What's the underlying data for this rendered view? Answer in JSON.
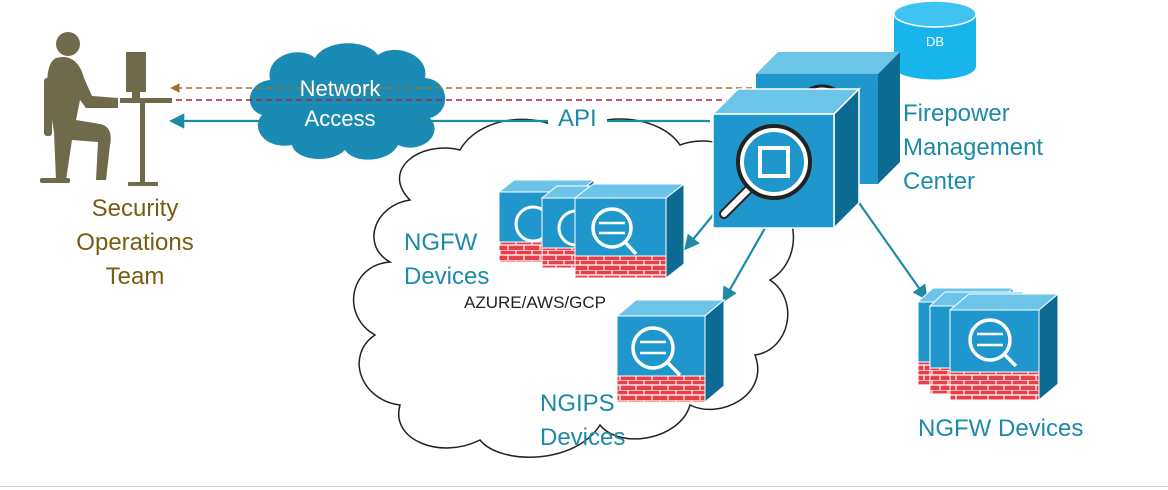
{
  "labels": {
    "security_team": [
      "Security",
      "Operations",
      "Team"
    ],
    "network_access": [
      "Network",
      "Access"
    ],
    "api": "API",
    "fmc": [
      "Firepower",
      "Management",
      "Center"
    ],
    "db": "DB",
    "ngfw_cloud": [
      "NGFW",
      "Devices"
    ],
    "cloud_providers": "AZURE/AWS/GCP",
    "ngips": [
      "NGIPS",
      "Devices"
    ],
    "ngfw_right": "NGFW Devices"
  },
  "colors": {
    "teal": "#1d8aa7",
    "brown": "#7a5c10",
    "cube_front": "#1f97cc",
    "cube_top": "#6cc4e8",
    "cube_side": "#0d6a92",
    "firewall": "#e8404a",
    "person": "#6e6a4a",
    "dashed_brown": "#a0742a",
    "dashed_red": "#b02030"
  }
}
